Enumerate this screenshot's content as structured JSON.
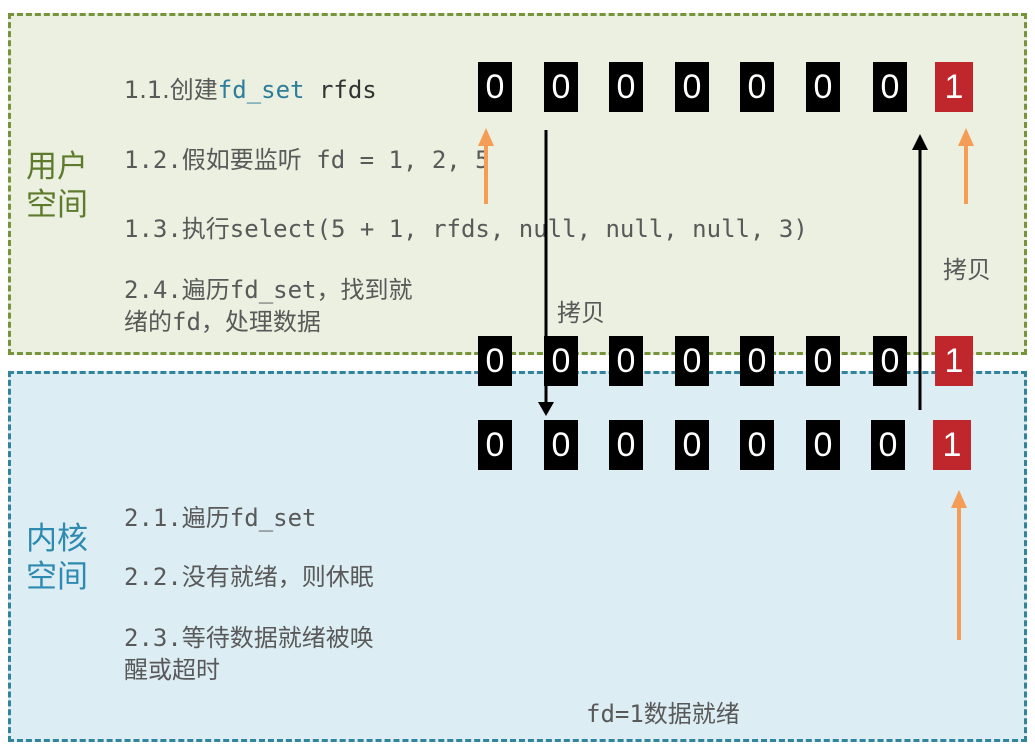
{
  "colors": {
    "user_bg": "#ebf0e0",
    "user_border": "#77933c",
    "user_text": "#5e7a2c",
    "kernel_bg": "#dcedf4",
    "kernel_border": "#31849b",
    "kernel_text": "#2e8ab0",
    "bit_zero": "#000000",
    "bit_one": "#c0272d",
    "code_highlight": "#2e7d9a",
    "arrow_orange": "#f59d56"
  },
  "user_space": {
    "label": "用户\n空间",
    "steps": {
      "s11_prefix": "1.1.创建",
      "s11_code": "fd_set",
      "s11_suffix": " rfds",
      "s12": "1.2.假如要监听 fd = 1, 2, 5",
      "s13": "1.3.执行select(5 + 1, rfds, null, null, null, 3)",
      "s24": "2.4.遍历fd_set，找到就\n绪的fd，处理数据"
    }
  },
  "kernel_space": {
    "label": "内核\n空间",
    "steps": {
      "s21": "2.1.遍历fd_set",
      "s22": "2.2.没有就绪，则休眠",
      "s23": "2.3.等待数据就绪被唤\n醒或超时"
    },
    "ready_note": "fd=1数据就绪"
  },
  "bit_rows": {
    "top": [
      "0",
      "0",
      "0",
      "0",
      "0",
      "0",
      "0",
      "1"
    ],
    "middle": [
      "0",
      "0",
      "0",
      "0",
      "0",
      "0",
      "0",
      "1"
    ],
    "bottom": [
      "0",
      "0",
      "0",
      "0",
      "0",
      "0",
      "0",
      "1"
    ]
  },
  "labels": {
    "copy_down": "拷贝",
    "copy_up": "拷贝"
  },
  "icons": [
    "arrow-down-icon",
    "arrow-up-icon"
  ]
}
